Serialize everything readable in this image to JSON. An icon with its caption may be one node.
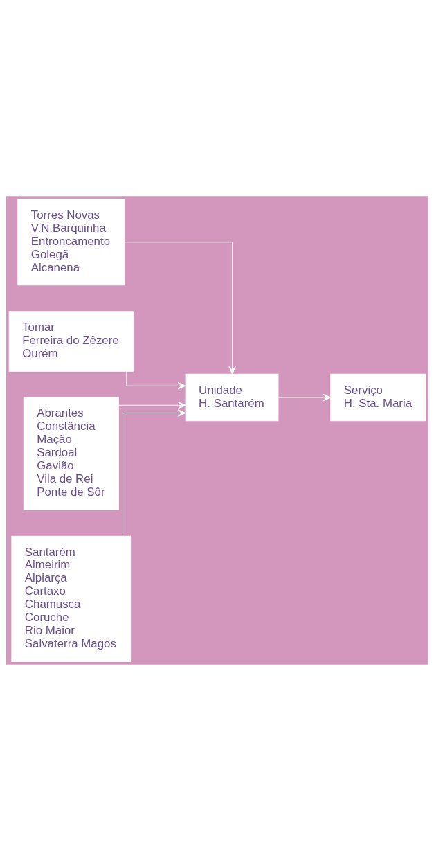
{
  "diagram": {
    "nodes": [
      {
        "text": [
          "Torres Novas",
          "V.N.Barquinha",
          "Entroncamento",
          "Golegã",
          "Alcanena"
        ]
      },
      {
        "text": [
          "Tomar",
          "Ferreira do Zêzere",
          "Ourém"
        ]
      },
      {
        "text": [
          "Abrantes",
          "Constância",
          "Mação",
          "Sardoal",
          "Gavião",
          "Vila de Rei",
          "Ponte de Sôr"
        ]
      },
      {
        "text": [
          "Santarém",
          "Almeirim",
          "Alpiarça",
          "Cartaxo",
          "Chamusca",
          "Coruche",
          "Rio Maior",
          "Salvaterra Magos"
        ]
      },
      {
        "text": [
          "Unidade",
          "H. Santarém"
        ]
      },
      {
        "text": [
          "Serviço",
          "H. Sta. Maria"
        ]
      }
    ],
    "edges": [
      {
        "from": 0,
        "to": 4,
        "arrow": "to"
      },
      {
        "from": 1,
        "to": 4,
        "arrow": "to"
      },
      {
        "from": 2,
        "to": 4,
        "arrow": "to"
      },
      {
        "from": 3,
        "to": 4,
        "arrow": "to"
      },
      {
        "from": 4,
        "to": 5,
        "arrow": "to"
      }
    ]
  }
}
